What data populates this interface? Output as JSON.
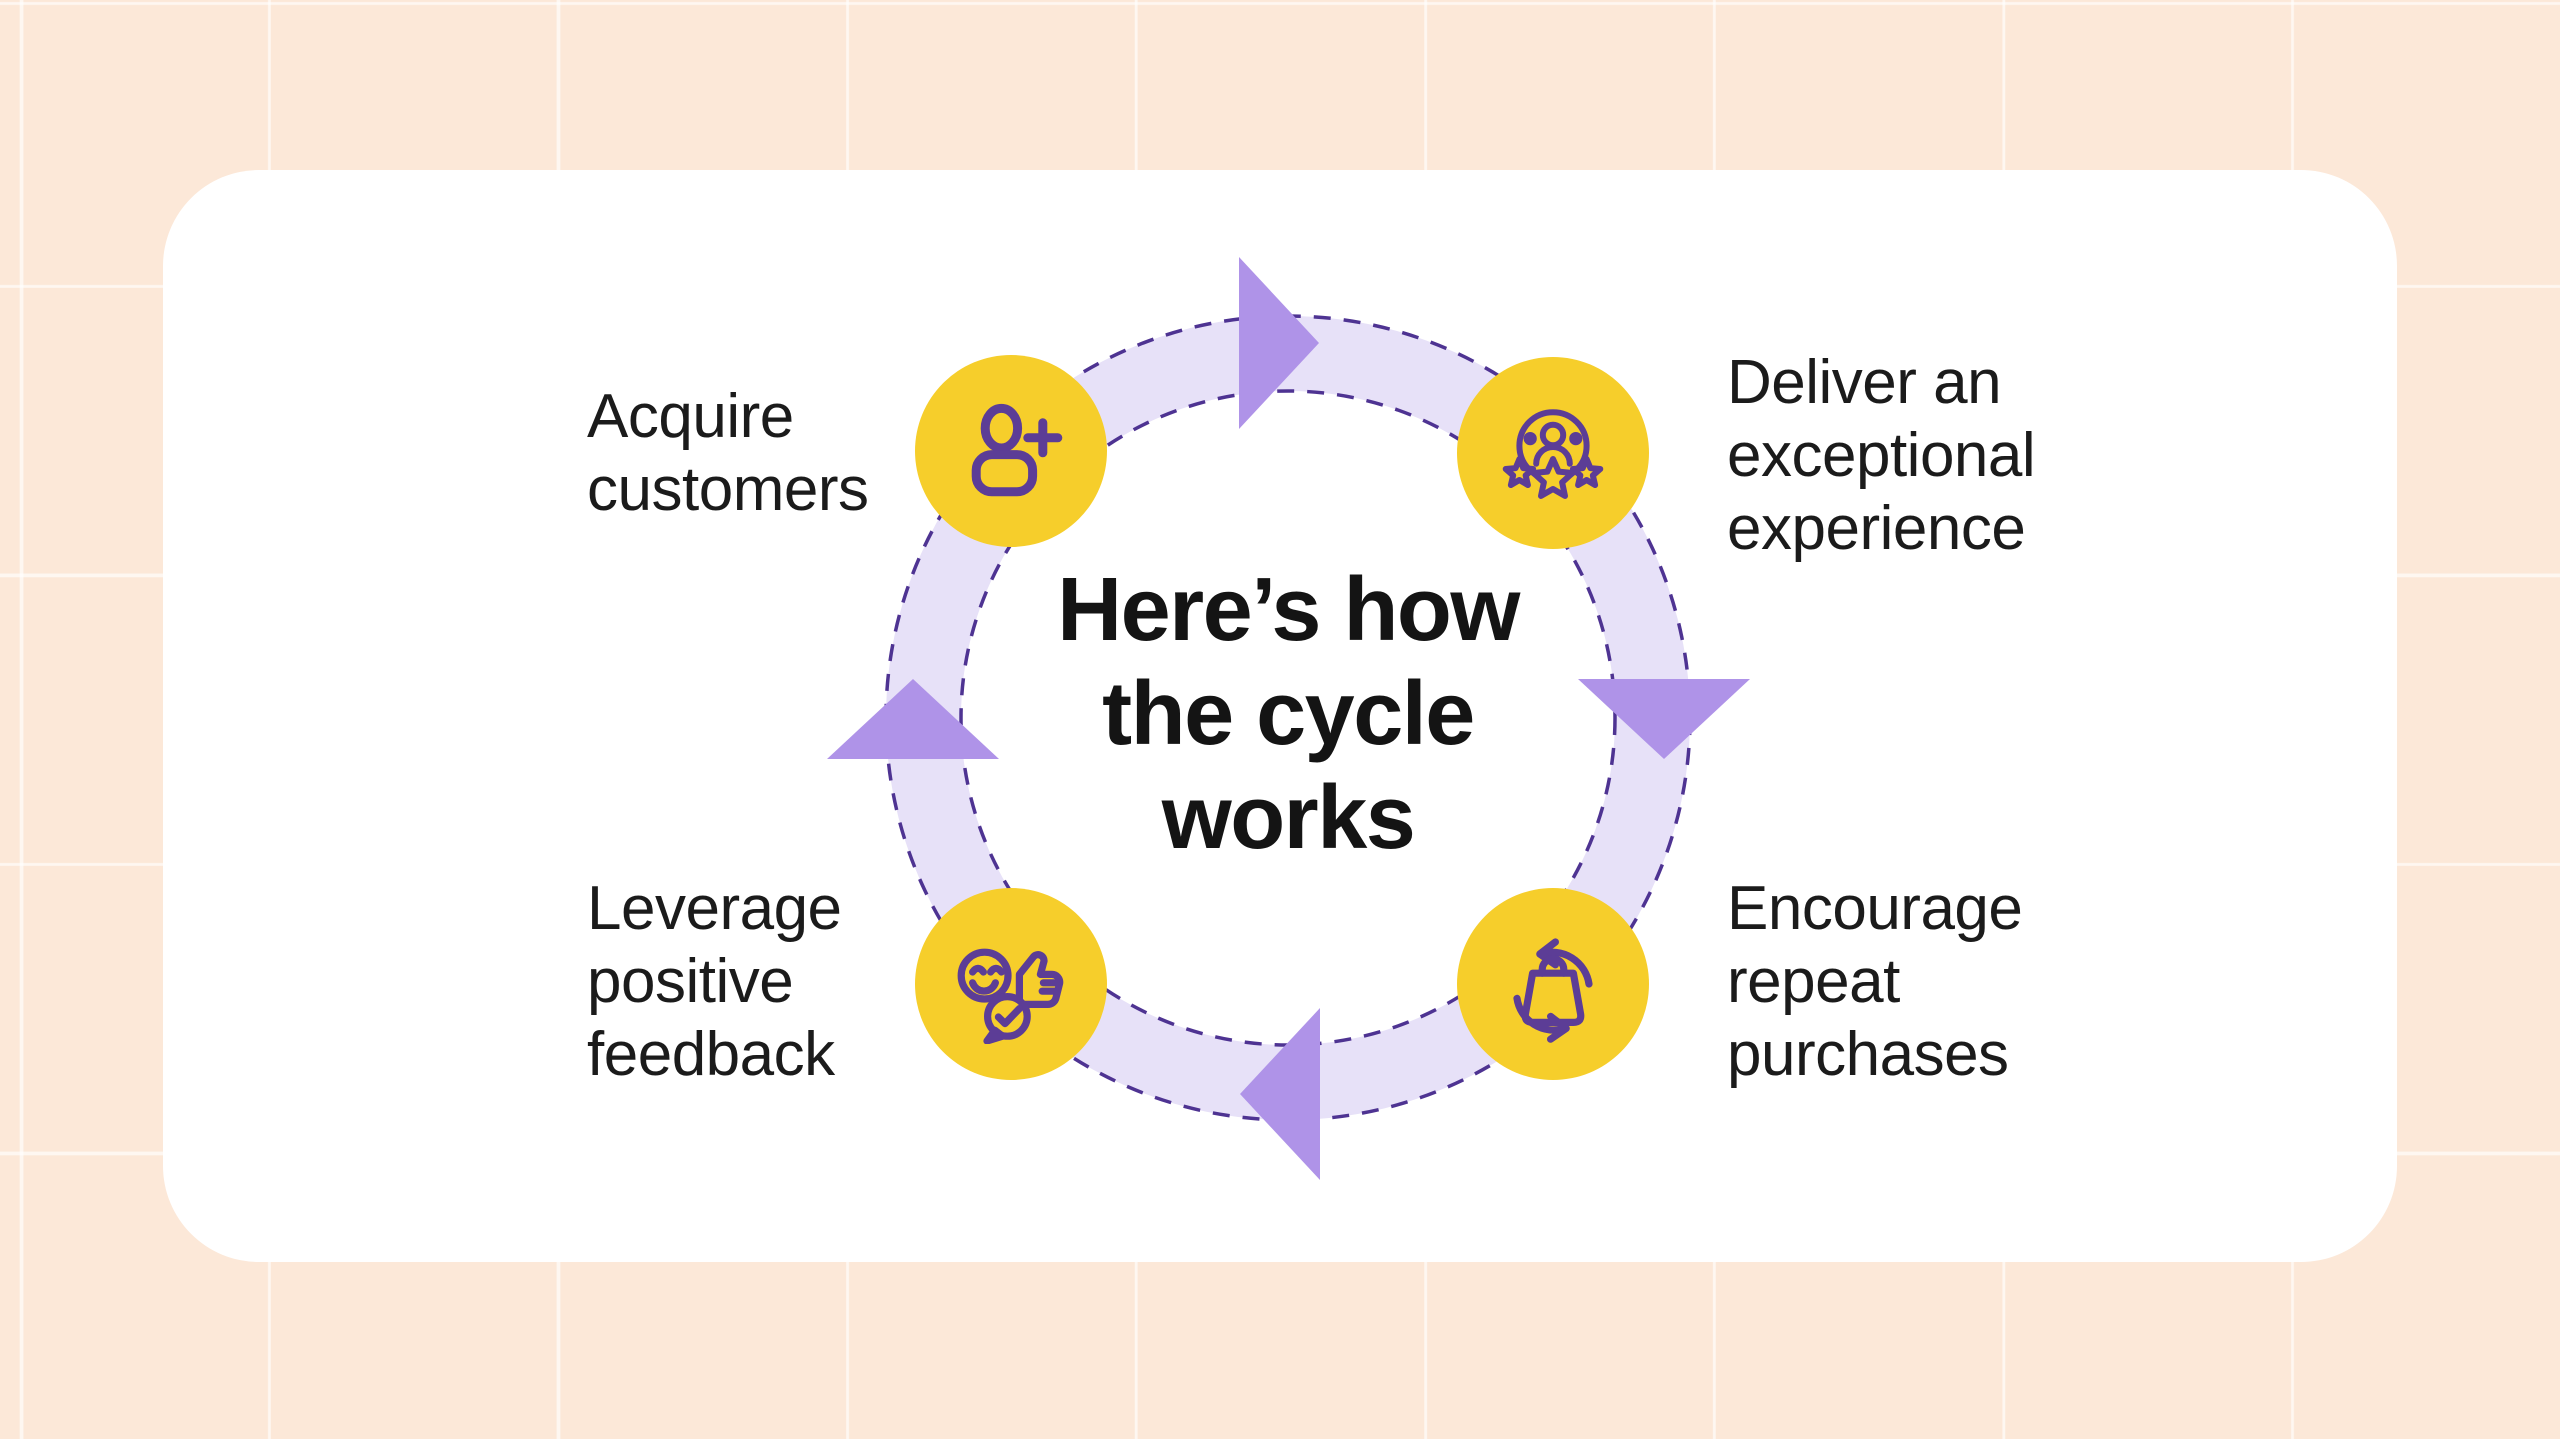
{
  "diagram": {
    "type": "cycle",
    "direction": "clockwise",
    "center_title": "Here’s how\nthe cycle\nworks",
    "steps": [
      {
        "id": "acquire-customers",
        "label": "Acquire\ncustomers",
        "icon": "person-plus-icon",
        "position": "top-left"
      },
      {
        "id": "deliver-experience",
        "label": "Deliver an\nexceptional\nexperience",
        "icon": "customer-experience-stars-icon",
        "position": "top-right"
      },
      {
        "id": "repeat-purchases",
        "label": "Encourage\nrepeat\npurchases",
        "icon": "repeat-purchase-icon",
        "position": "bottom-right"
      },
      {
        "id": "positive-feedback",
        "label": "Leverage\npositive\nfeedback",
        "icon": "thumbs-up-feedback-icon",
        "position": "bottom-left"
      }
    ]
  },
  "colors": {
    "background_peach": "#FCE8D8",
    "grid_line": "#FEF5EC",
    "card_white": "#FFFFFF",
    "ring_band": "#E7E1F8",
    "ring_dash": "#4E3392",
    "arrow_purple": "#AF93E8",
    "node_yellow": "#F6CE2B",
    "icon_stroke": "#5C3D96",
    "title_text": "#141414",
    "label_text": "#1B1B1B"
  }
}
